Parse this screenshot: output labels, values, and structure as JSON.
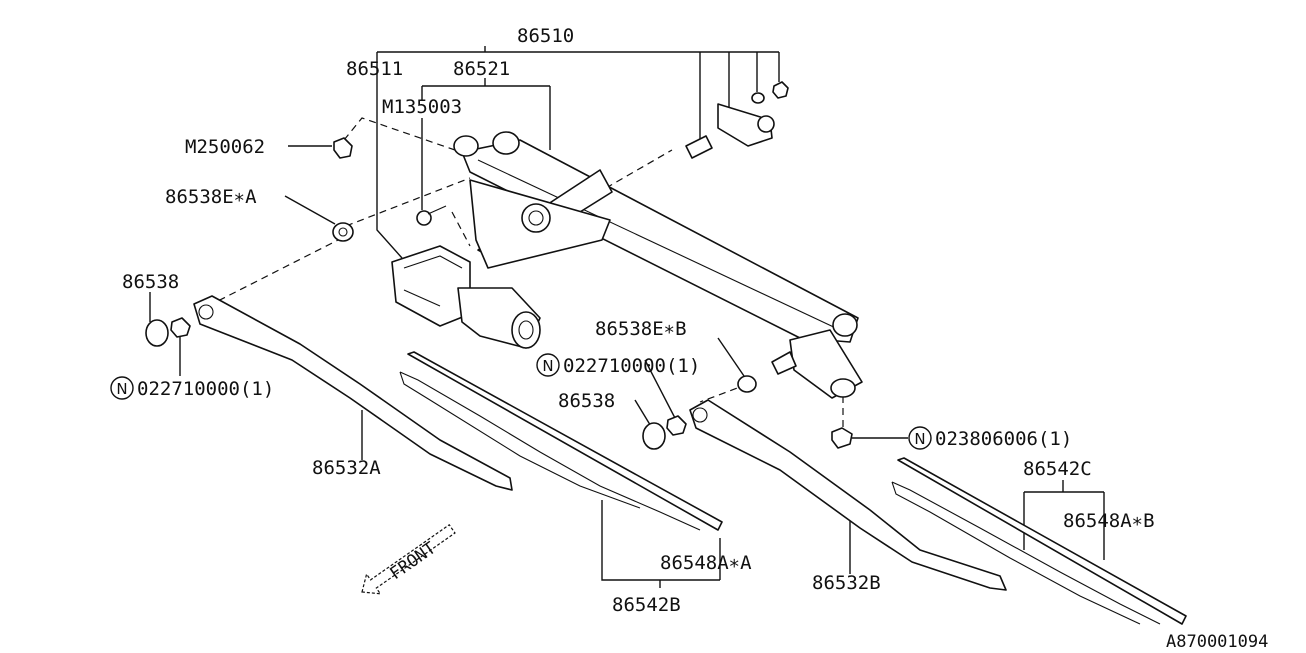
{
  "diagram": {
    "labels": {
      "p86510": "86510",
      "p86511": "86511",
      "p86521": "86521",
      "m135003": "M135003",
      "m250062": "M250062",
      "p86538e_a": "86538E∗A",
      "p86538_left": "86538",
      "n022710000_left": "022710000(1)",
      "p86538e_b": "86538E∗B",
      "n022710000_center": "022710000(1)",
      "p86538_center": "86538",
      "n023806000": "023806006(1)",
      "p86532a": "86532A",
      "p86548a_a": "86548A∗A",
      "p86542b": "86542B",
      "p86532b": "86532B",
      "p86542c": "86542C",
      "p86548a_b": "86548A∗B",
      "front": "FRONT",
      "figure_code": "A870001094"
    },
    "n_marker": "N"
  }
}
